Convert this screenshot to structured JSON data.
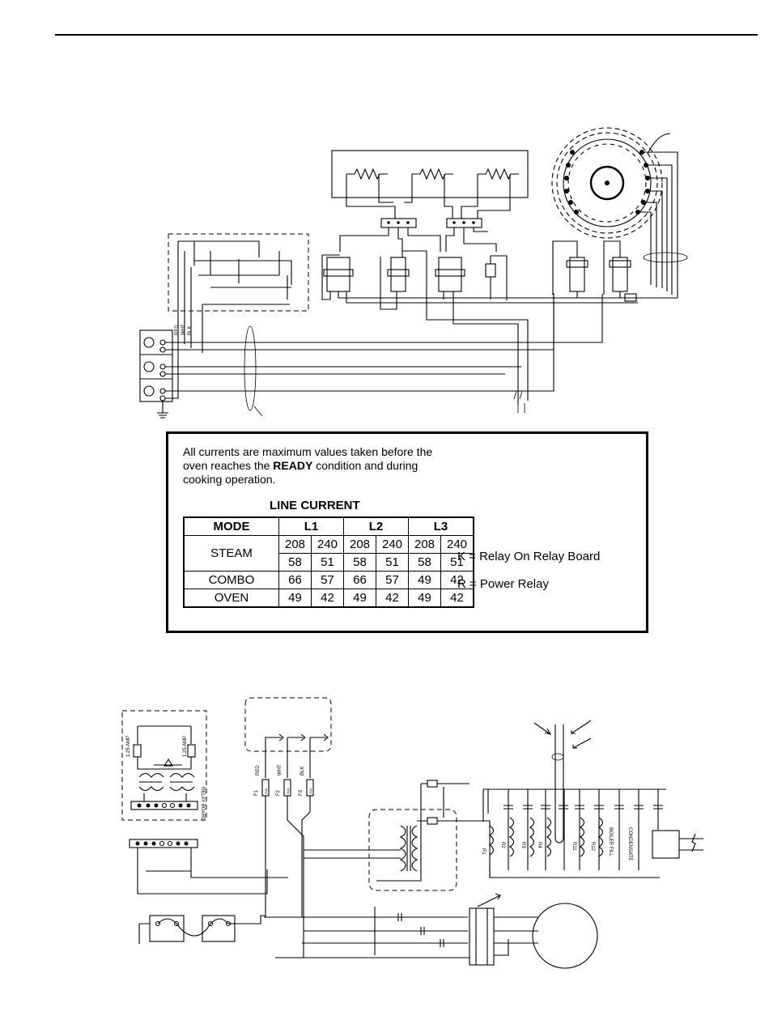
{
  "info": {
    "line1": "All currents are maximum values taken before the",
    "line2_pre": "oven reaches the ",
    "line2_bold": "READY",
    "line2_post": " condition and during",
    "line3": "cooking operation."
  },
  "line_current": {
    "title": "LINE CURRENT",
    "headers": [
      "MODE",
      "L1",
      "L2",
      "L3"
    ],
    "voltages": [
      "208",
      "240",
      "208",
      "240",
      "208",
      "240"
    ],
    "rows": [
      {
        "mode": "STEAM",
        "values": [
          "58",
          "51",
          "58",
          "51",
          "58",
          "51"
        ]
      },
      {
        "mode": "COMBO",
        "values": [
          "66",
          "57",
          "66",
          "57",
          "49",
          "42"
        ]
      },
      {
        "mode": "OVEN",
        "values": [
          "49",
          "42",
          "49",
          "42",
          "49",
          "42"
        ]
      }
    ]
  },
  "legend": {
    "k": "K = Relay On Relay Board",
    "r": "R = Power Relay"
  },
  "top_wire_labels": [
    "RED",
    "WHT",
    "BLK"
  ],
  "bottom_labels": {
    "wires": [
      "RED",
      "WHT",
      "BLK"
    ],
    "fuses": [
      "F1",
      "F2",
      "F3"
    ],
    "fuse_ratings": [
      "20A",
      "20A",
      "20A"
    ],
    "amp_left": "1.25 AMP",
    "amp_right": "1.25 AMP",
    "relay_board": "RELAY BOARD",
    "relays": [
      "R1",
      "R2",
      "R3",
      "R4",
      "R11",
      "R12"
    ],
    "boiler_fill": "BOILER FILL",
    "condensate": "CONDENSATE"
  }
}
